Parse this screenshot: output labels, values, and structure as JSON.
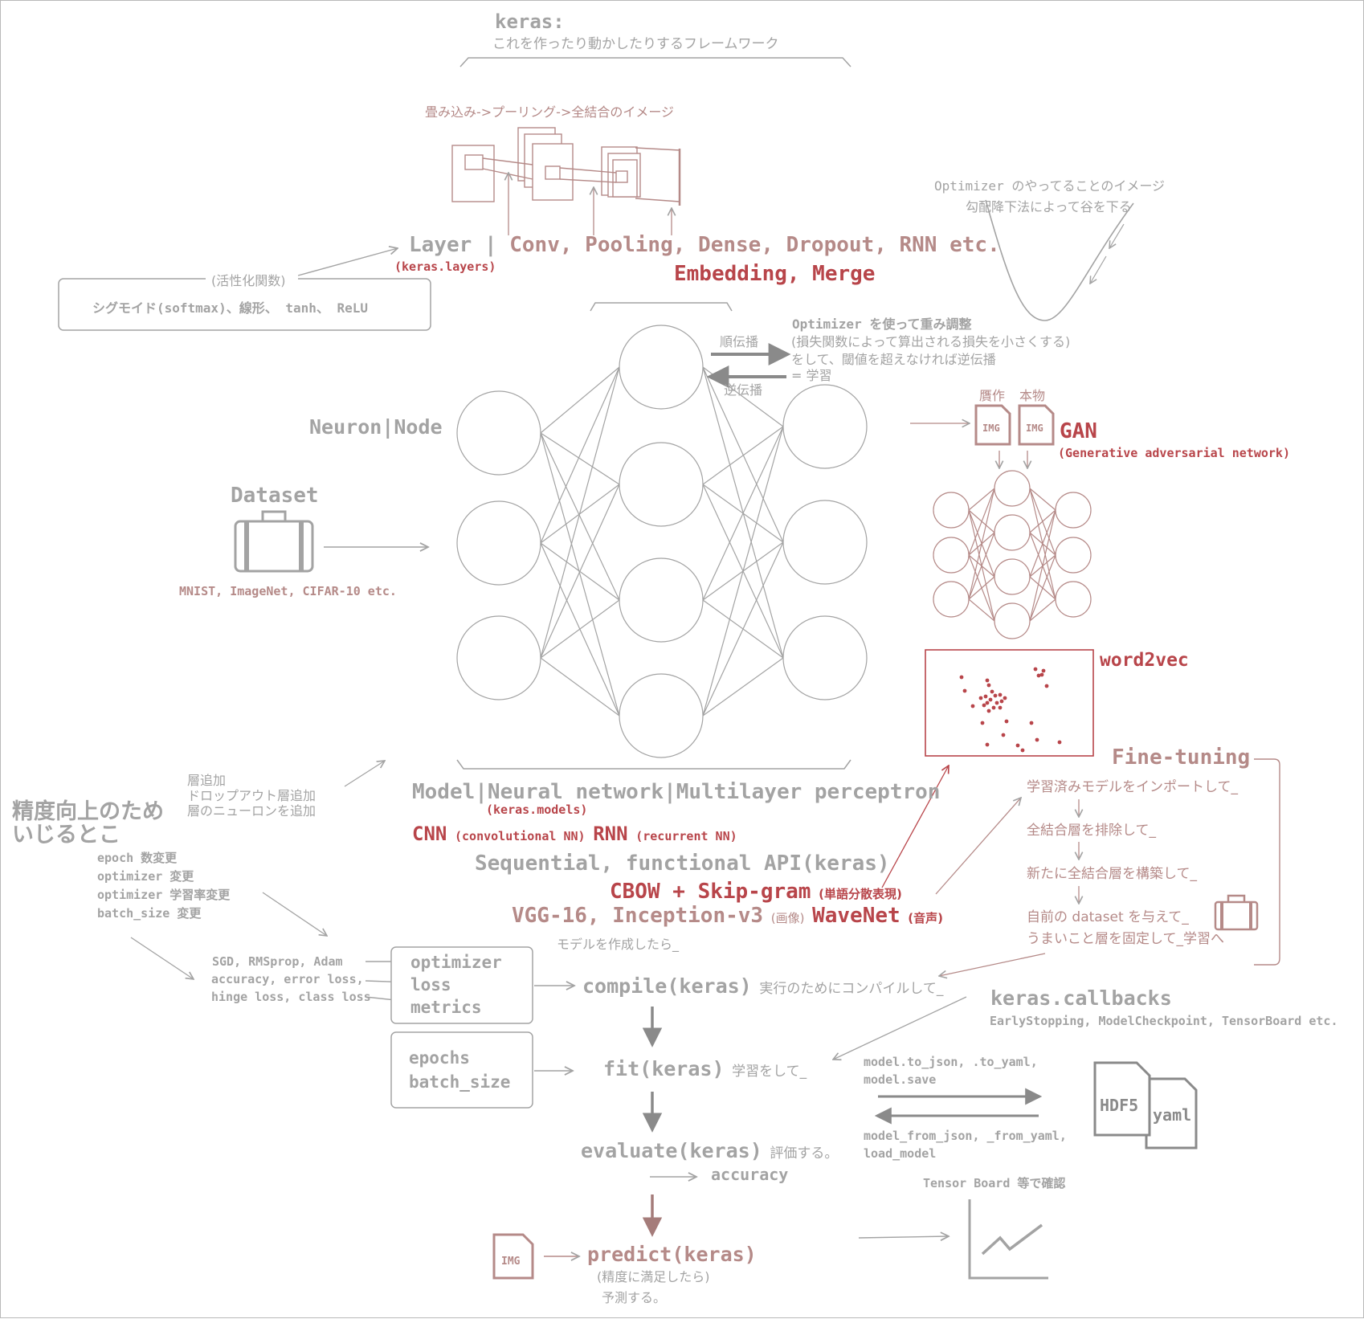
{
  "colors": {
    "gray": "#a3a3a3",
    "rose": "#b58a88",
    "red": "#b8454a",
    "dark": "#8a8a8a"
  },
  "keras": {
    "title": "keras:",
    "subtitle": "これを作ったり動かしたりするフレームワーク"
  },
  "conv_image": {
    "caption": "畳み込み->プーリング->全結合のイメージ"
  },
  "layer": {
    "label": "Layer",
    "items": "Conv, Pooling, Dense, Dropout, RNN etc.",
    "module": "(keras.layers)",
    "extra": "Embedding, Merge"
  },
  "activation": {
    "title": "(活性化関数)",
    "items": "シグモイド(softmax)、線形、 tanh、 ReLU"
  },
  "optimizer_image": {
    "line1": "Optimizer のやってることのイメージ",
    "line2": "勾配降下法によって谷を下る"
  },
  "propagation": {
    "forward": "順伝播",
    "backward": "逆伝播",
    "note1": "Optimizer を使って重み調整",
    "note2": "(損失関数によって算出される損失を小さくする)",
    "note3": "をして、閾値を超えなければ逆伝播",
    "note4": "= 学習"
  },
  "neuron": {
    "label": "Neuron|Node"
  },
  "dataset": {
    "title": "Dataset",
    "examples": "MNIST, ImageNet, CIFAR-10 etc."
  },
  "gan": {
    "fake": "贋作",
    "real": "本物",
    "img": "IMG",
    "title": "GAN",
    "subtitle": "(Generative adversarial network)"
  },
  "word2vec": {
    "title": "word2vec"
  },
  "model": {
    "label": "Model|Neural network|Multilayer perceptron",
    "module": "(keras.models)",
    "cnn": "CNN",
    "cnn_sub": "(convolutional NN)",
    "rnn": "RNN",
    "rnn_sub": "(recurrent NN)",
    "api": "Sequential, functional API(keras)",
    "cbow": "CBOW + Skip-gram",
    "cbow_sub": "(単語分散表現)",
    "vgg": "VGG-16, Inception-v3",
    "vgg_sub": "(画像)",
    "wavenet": "WaveNet",
    "wavenet_sub": "(音声)",
    "after": "モデルを作成したら_"
  },
  "accuracy": {
    "title_line1": "精度向上のため",
    "title_line2": "いじるとこ",
    "layer_ops": [
      "層追加",
      "ドロップアウト層追加",
      "層のニューロンを追加"
    ],
    "params": [
      "epoch 数変更",
      "optimizer 変更",
      "optimizer 学習率変更",
      "batch_size 変更"
    ]
  },
  "options": {
    "line1": "SGD, RMSprop, Adam",
    "line2": "accuracy, error loss,",
    "line3": "hinge loss, class loss"
  },
  "compile_box": [
    "optimizer",
    "loss",
    "metrics"
  ],
  "fit_box": [
    "epochs",
    "batch_size"
  ],
  "steps": {
    "compile": "compile(keras)",
    "compile_note": "実行のためにコンパイルして_",
    "fit": "fit(keras)",
    "fit_note": "学習をして_",
    "evaluate": "evaluate(keras)",
    "evaluate_note": "評価する。",
    "evaluate_out": "accuracy",
    "predict": "predict(keras)",
    "predict_note1": "(精度に満足したら)",
    "predict_note2": "予測する。"
  },
  "finetuning": {
    "title": "Fine-tuning",
    "step1": "学習済みモデルをインポートして_",
    "step2": "全結合層を排除して_",
    "step3": "新たに全結合層を構築して_",
    "step4": "自前の dataset を与えて_",
    "step5": "うまいこと層を固定して_学習へ"
  },
  "callbacks": {
    "title": "keras.callbacks",
    "items": "EarlyStopping, ModelCheckpoint, TensorBoard etc."
  },
  "save": {
    "line1": "model.to_json, .to_yaml,",
    "line2": "model.save",
    "line3": "model_from_json, _from_yaml,",
    "line4": "load_model",
    "hdf5": "HDF5",
    "yaml": "yaml"
  },
  "tensorboard": {
    "label": "Tensor Board 等で確認"
  },
  "predict_img": "IMG",
  "icons": [
    "suitcase-icon",
    "img-file-icon",
    "file-icon",
    "chart-icon",
    "arrow-icon"
  ]
}
